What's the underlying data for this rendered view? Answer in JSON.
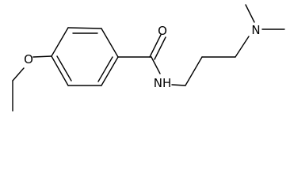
{
  "molecule": {
    "atoms": {
      "carbonyl_oxygen": "O",
      "ether_oxygen": "O",
      "amide_nitrogen": "NH",
      "amine_nitrogen": "N"
    },
    "line_color": "#000000",
    "background_color": "#ffffff"
  }
}
